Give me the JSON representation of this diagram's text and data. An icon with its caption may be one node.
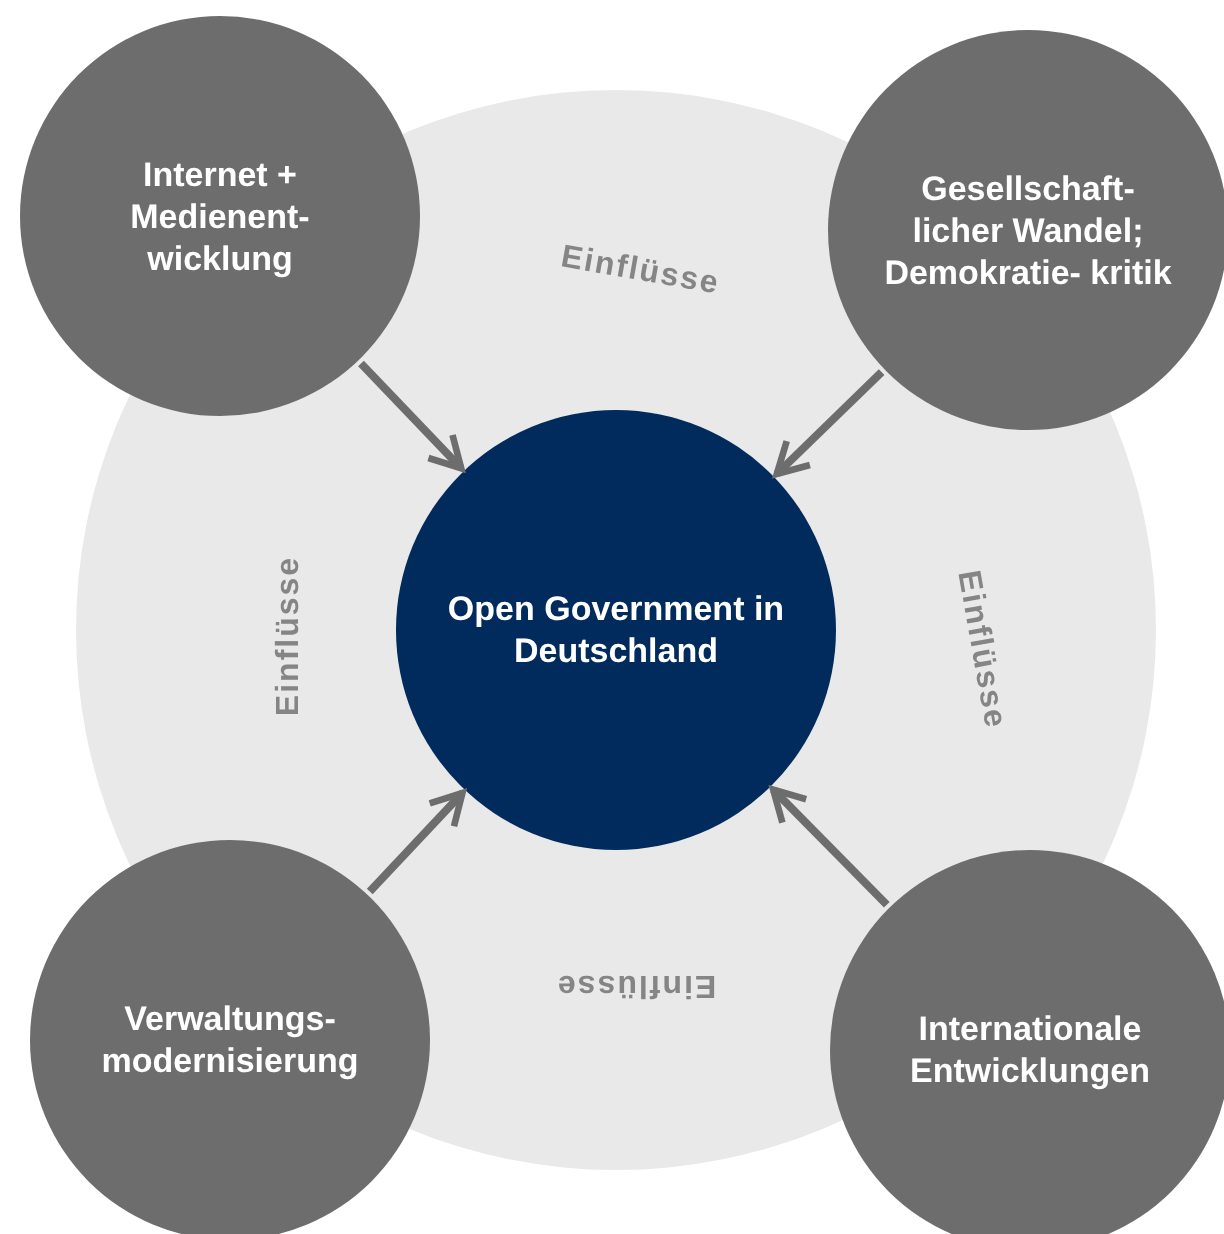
{
  "diagram": {
    "nodes": [
      {
        "text": [
          "Internet + Medienent- wicklung"
        ]
      },
      {
        "text": [
          "Gesellschaft- licher Wandel; Demokratie- kritik"
        ]
      },
      {
        "text": [
          "Open Government in Deutschland"
        ]
      },
      {
        "text": [
          "Verwaltungs- modernisierung"
        ]
      },
      {
        "text": [
          "Internationale Entwicklungen"
        ]
      }
    ],
    "edges": [
      {
        "from": 0,
        "to": 2,
        "arrow": "to"
      },
      {
        "from": 1,
        "to": 2,
        "arrow": "to"
      },
      {
        "from": 3,
        "to": 2,
        "arrow": "to"
      },
      {
        "from": 4,
        "to": 2,
        "arrow": "to"
      }
    ],
    "labels": [
      "Einflüsse",
      "Einflüsse",
      "Einflüsse",
      "Einflüsse"
    ]
  }
}
